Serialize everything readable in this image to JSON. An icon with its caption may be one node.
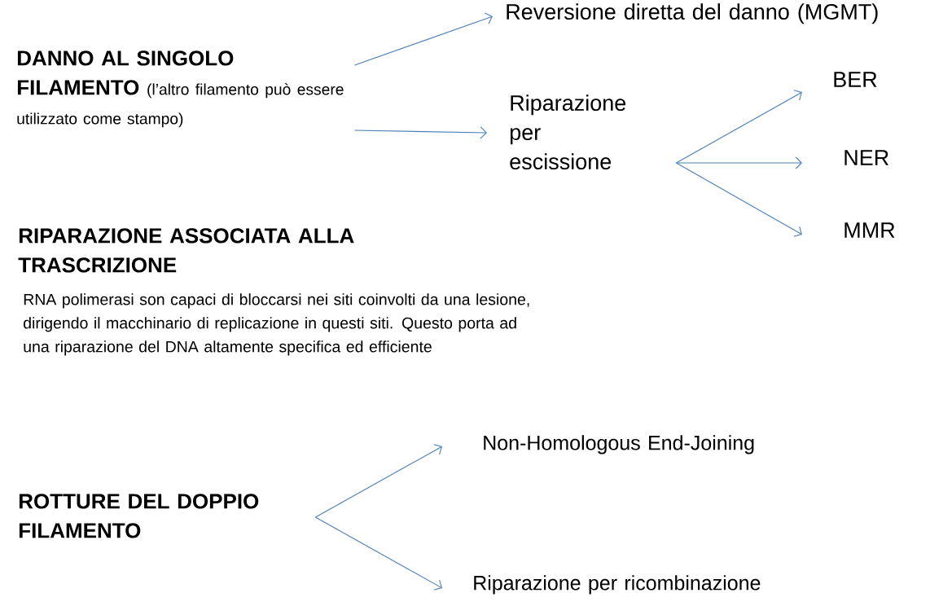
{
  "diagram": {
    "nodes": [
      {
        "text": [
          "DANNO AL SINGOLO FILAMENTO",
          "(l’altro filamento può essere utilizzato come stampo)"
        ]
      },
      {
        "text": [
          "Reversione diretta del danno (MGMT)"
        ]
      },
      {
        "text": [
          "Riparazione per escissione"
        ]
      },
      {
        "text": [
          "BER"
        ]
      },
      {
        "text": [
          "NER"
        ]
      },
      {
        "text": [
          "MMR"
        ]
      },
      {
        "text": [
          "ROTTURE DEL DOPPIO FILAMENTO"
        ]
      },
      {
        "text": [
          "Non-Homologous End-Joining"
        ]
      },
      {
        "text": [
          "Riparazione per ricombinazione"
        ]
      }
    ],
    "edges": [
      {
        "from": 0,
        "to": 1,
        "arrow": "to"
      },
      {
        "from": 0,
        "to": 2,
        "arrow": "to"
      },
      {
        "from": 2,
        "to": 3,
        "arrow": "to"
      },
      {
        "from": 2,
        "to": 4,
        "arrow": "to"
      },
      {
        "from": 2,
        "to": 5,
        "arrow": "to"
      },
      {
        "from": 6,
        "to": 7,
        "arrow": "to"
      },
      {
        "from": 6,
        "to": 8,
        "arrow": "to"
      }
    ],
    "labels": [
      "RIPARAZIONE ASSOCIATA ALLA TRASCRIZIONE",
      "RNA polimerasi son capaci di bloccarsi nei siti coinvolti da una lesione, dirigendo il macchinario di replicazione in questi siti. Questo porta ad una riparazione del DNA altamente specifica ed efficiente"
    ]
  }
}
